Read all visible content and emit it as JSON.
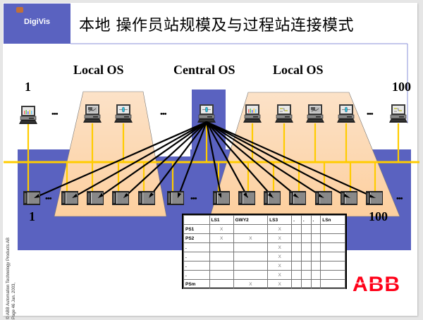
{
  "header": {
    "brand_label": "DigiVis",
    "title": "本地 操作员站规模及与过程站连接模式",
    "brand_color": "#5a62c0"
  },
  "diagram": {
    "labels": {
      "local_os_left": "Local OS",
      "central_os": "Central OS",
      "local_os_right": "Local OS",
      "os_first": "1",
      "os_last": "100",
      "ps_first": "1",
      "ps_last": "100",
      "ellipsis": "•••"
    },
    "colors": {
      "network_box": "#5a62c0",
      "local_os_zone": "#fdd7b0",
      "bus": "#ffcc00",
      "connection": "#000000"
    },
    "operator_stations": [
      {
        "name": "os-1",
        "screen": "bar-chart"
      },
      {
        "name": "os-local-left-1",
        "screen": "trend"
      },
      {
        "name": "os-local-left-2",
        "screen": "faceplate"
      },
      {
        "name": "os-central",
        "screen": "faceplate"
      },
      {
        "name": "os-local-right-1",
        "screen": "bar-chart"
      },
      {
        "name": "os-local-right-2",
        "screen": "flow"
      },
      {
        "name": "os-local-right-3",
        "screen": "trend"
      },
      {
        "name": "os-local-right-4",
        "screen": "faceplate"
      },
      {
        "name": "os-100",
        "screen": "flow"
      }
    ],
    "process_station_count_visible": 14
  },
  "table": {
    "headers": [
      "",
      "LS1",
      "GWY2",
      "LS3",
      ".",
      ".",
      ".",
      "LSn"
    ],
    "rows": [
      [
        "PS1",
        "X",
        "",
        "X",
        "",
        "",
        "",
        ""
      ],
      [
        "PS2",
        "X",
        "X",
        "X",
        "",
        "",
        "",
        ""
      ],
      [
        ".",
        "",
        "",
        "X",
        "",
        "",
        "",
        ""
      ],
      [
        ".",
        "",
        "",
        "X",
        "",
        "",
        "",
        ""
      ],
      [
        ".",
        "",
        "",
        "X",
        "",
        "",
        "",
        ""
      ],
      [
        ".",
        "",
        "",
        "X",
        "",
        "",
        "",
        ""
      ],
      [
        "PSm",
        "",
        "X",
        "X",
        "",
        "",
        "",
        ""
      ]
    ]
  },
  "footer": {
    "copyright": "© ABB Automation Technology Products AB",
    "page": "Page 46   Jan. 2003,",
    "logo": "ABB",
    "logo_color": "#ff0018"
  }
}
